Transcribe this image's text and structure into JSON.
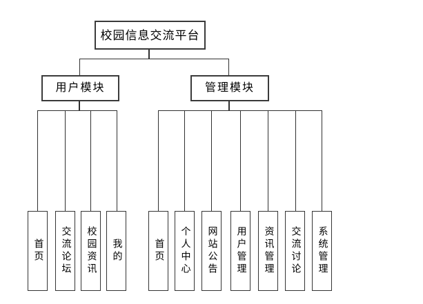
{
  "diagram": {
    "title": "校园信息交流平台",
    "modules": [
      {
        "label": "用户模块",
        "children": [
          "首页",
          "交流论坛",
          "校园资讯",
          "我的"
        ]
      },
      {
        "label": "管理模块",
        "children": [
          "首页",
          "个人中心",
          "网站公告",
          "用户管理",
          "资讯管理",
          "交流讨论",
          "系统管理"
        ]
      }
    ],
    "colors": {
      "background": "#ffffff",
      "box_fill": "#ffffff",
      "box_border": "#3a3a3a",
      "connector_line": "#2f2f2f",
      "text": "#000000"
    }
  }
}
